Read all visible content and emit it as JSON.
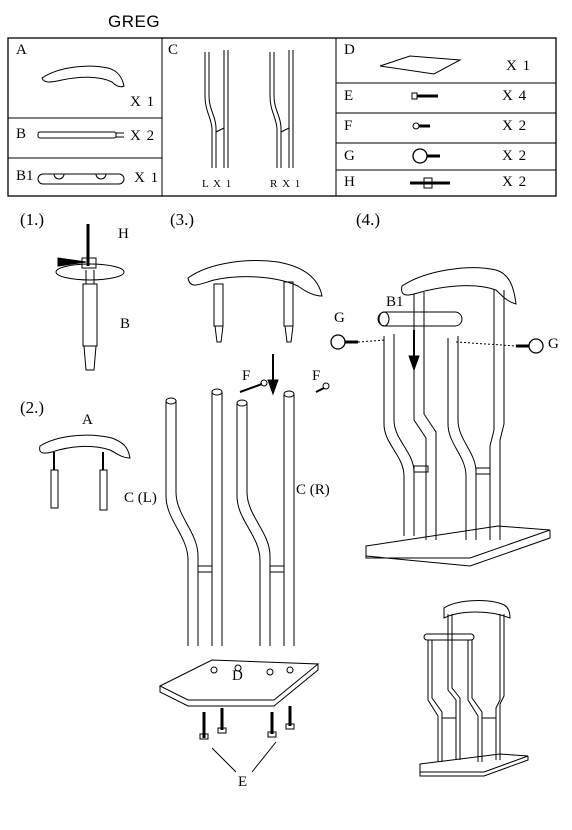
{
  "title": "GREG",
  "parts": {
    "A": {
      "label": "A",
      "qty": "X 1"
    },
    "B": {
      "label": "B",
      "qty": "X 2"
    },
    "B1": {
      "label": "B1",
      "qty": "X 1"
    },
    "C": {
      "label": "C",
      "left_qty": "L X 1",
      "right_qty": "R X 1"
    },
    "D": {
      "label": "D",
      "qty": "X 1"
    },
    "E": {
      "label": "E",
      "qty": "X 4"
    },
    "F": {
      "label": "F",
      "qty": "X 2"
    },
    "G": {
      "label": "G",
      "qty": "X 2"
    },
    "H": {
      "label": "H",
      "qty": "X 2"
    }
  },
  "steps": {
    "step1": {
      "number": "(1.)",
      "callouts": {
        "H": "H",
        "B": "B"
      }
    },
    "step2": {
      "number": "(2.)",
      "callouts": {
        "A": "A"
      }
    },
    "step3": {
      "number": "(3.)",
      "callouts": {
        "F_left": "F",
        "F_right": "F",
        "C_left": "C (L)",
        "C_right": "C (R)",
        "D": "D",
        "E": "E"
      }
    },
    "step4": {
      "number": "(4.)",
      "callouts": {
        "B1": "B1",
        "G_left": "G",
        "G_right": "G"
      }
    }
  }
}
